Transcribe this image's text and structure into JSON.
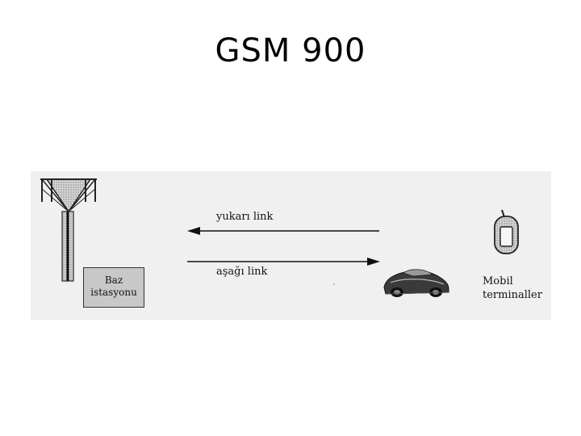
{
  "slide": {
    "title": "GSM 900"
  },
  "diagram": {
    "base_station_label_line1": "Baz",
    "base_station_label_line2": "istasyonu",
    "uplink_label": "yukarı link",
    "downlink_label": "aşağı link",
    "mobile_label_line1": "Mobil",
    "mobile_label_line2": "terminaller",
    "icons": [
      "antenna-tower-icon",
      "car-icon",
      "mobile-phone-icon",
      "arrow-left-icon",
      "arrow-right-icon"
    ]
  }
}
